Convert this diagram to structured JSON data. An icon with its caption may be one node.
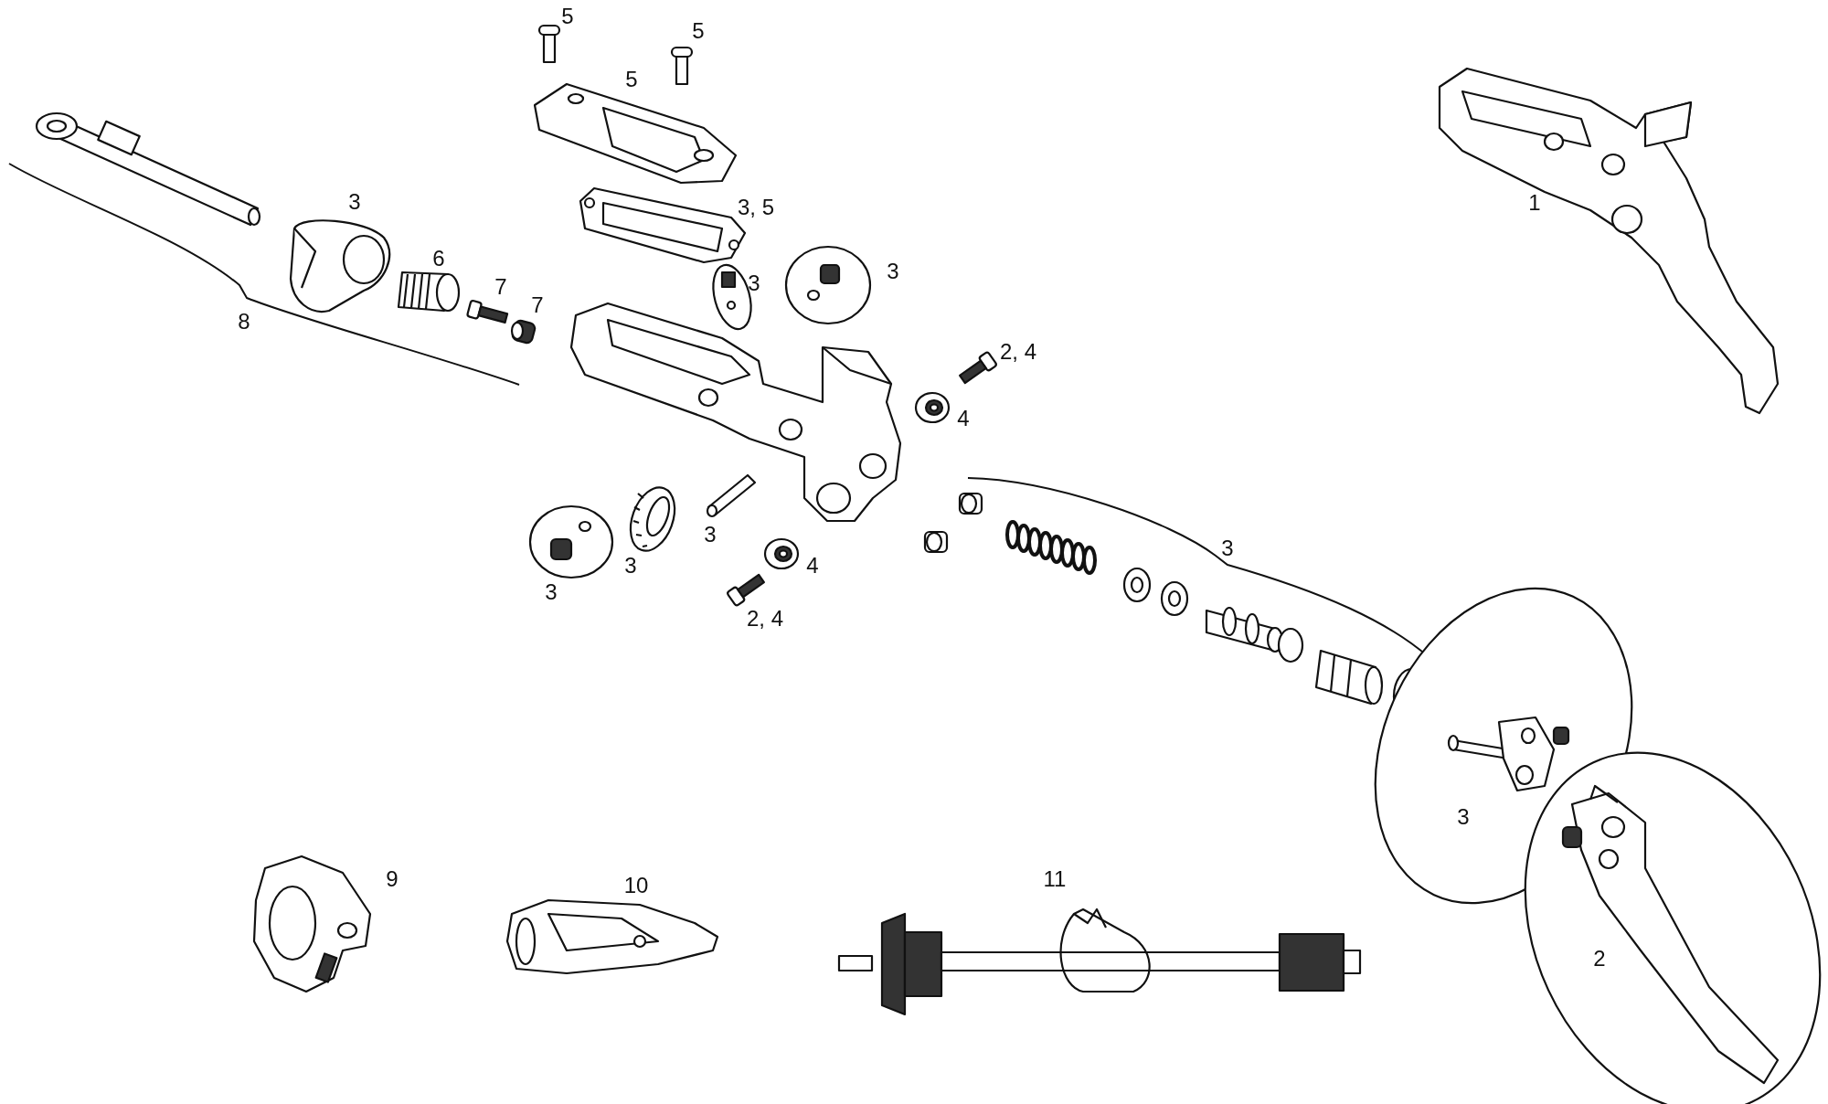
{
  "diagram": {
    "labels": [
      "5",
      "5",
      "5",
      "3",
      "3, 5",
      "1",
      "6",
      "7",
      "3",
      "3",
      "7",
      "8",
      "2, 4",
      "4",
      "3",
      "3",
      "3",
      "4",
      "3",
      "2, 4",
      "3",
      "9",
      "11",
      "10",
      "2"
    ]
  }
}
